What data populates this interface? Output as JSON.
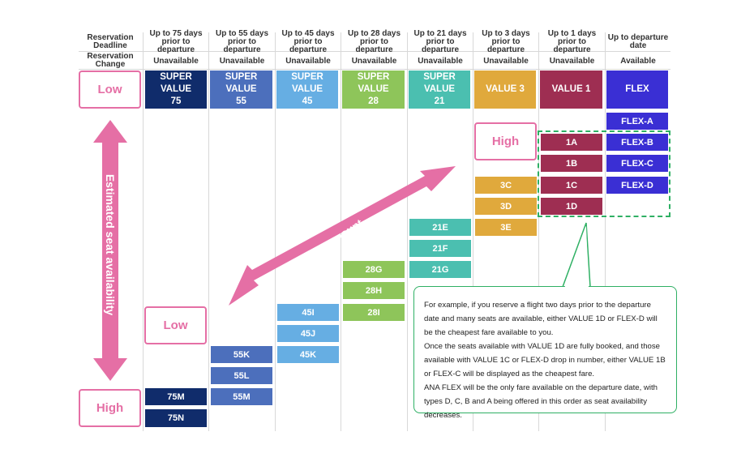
{
  "headers": {
    "row1_label": "Reservation Deadline",
    "row2_label": "Reservation Change",
    "columns": [
      {
        "deadline": "Up to 75 days prior to departure",
        "change": "Unavailable"
      },
      {
        "deadline": "Up to 55 days prior to departure",
        "change": "Unavailable"
      },
      {
        "deadline": "Up to 45 days prior to departure",
        "change": "Unavailable"
      },
      {
        "deadline": "Up to 28 days prior to departure",
        "change": "Unavailable"
      },
      {
        "deadline": "Up to 21 days prior to departure",
        "change": "Unavailable"
      },
      {
        "deadline": "Up to 3 days prior to departure",
        "change": "Unavailable"
      },
      {
        "deadline": "Up to 1 days prior to departure",
        "change": "Unavailable"
      },
      {
        "deadline": "Up to departure date",
        "change": "Available"
      }
    ]
  },
  "fares": [
    {
      "name": "SUPER VALUE 75",
      "color": "#102c6b"
    },
    {
      "name": "SUPER VALUE 55",
      "color": "#4c6fbc"
    },
    {
      "name": "SUPER VALUE 45",
      "color": "#66aee3"
    },
    {
      "name": "SUPER VALUE 28",
      "color": "#8ec55a"
    },
    {
      "name": "SUPER VALUE 21",
      "color": "#4bbfb0"
    },
    {
      "name": "VALUE 3",
      "color": "#e0a93c"
    },
    {
      "name": "VALUE 1",
      "color": "#9e2e52"
    },
    {
      "name": "FLEX",
      "color": "#3a2fd4"
    }
  ],
  "seat_classes": {
    "sv75": [
      "75M",
      "75N"
    ],
    "sv55": [
      "55K",
      "55L",
      "55M"
    ],
    "sv45": [
      "45I",
      "45J",
      "45K"
    ],
    "sv28": [
      "28G",
      "28H",
      "28I"
    ],
    "sv21": [
      "21E",
      "21F",
      "21G"
    ],
    "v3": [
      "3C",
      "3D",
      "3E"
    ],
    "v1": [
      "1A",
      "1B",
      "1C",
      "1D"
    ],
    "flex": [
      "FLEX-A",
      "FLEX-B",
      "FLEX-C",
      "FLEX-D"
    ]
  },
  "labels": {
    "low": "Low",
    "high": "High",
    "seat_axis": "Estimated seat availability",
    "fare_axis": "Fare amount"
  },
  "note": [
    "For example, if you reserve a flight two days prior to the departure date and many seats are available, either VALUE 1D or FLEX-D will be the cheapest fare available to you.",
    "Once the seats available with VALUE 1D are fully booked, and those available with VALUE 1C or FLEX-D drop in number, either VALUE 1B or FLEX-C will be displayed as the cheapest fare.",
    "ANA FLEX will be the only fare available on the departure date, with types D, C, B and A being offered in this order as seat availability decreases."
  ],
  "colors": {
    "accent": "#e56fa5",
    "note_border": "#2fb064"
  }
}
